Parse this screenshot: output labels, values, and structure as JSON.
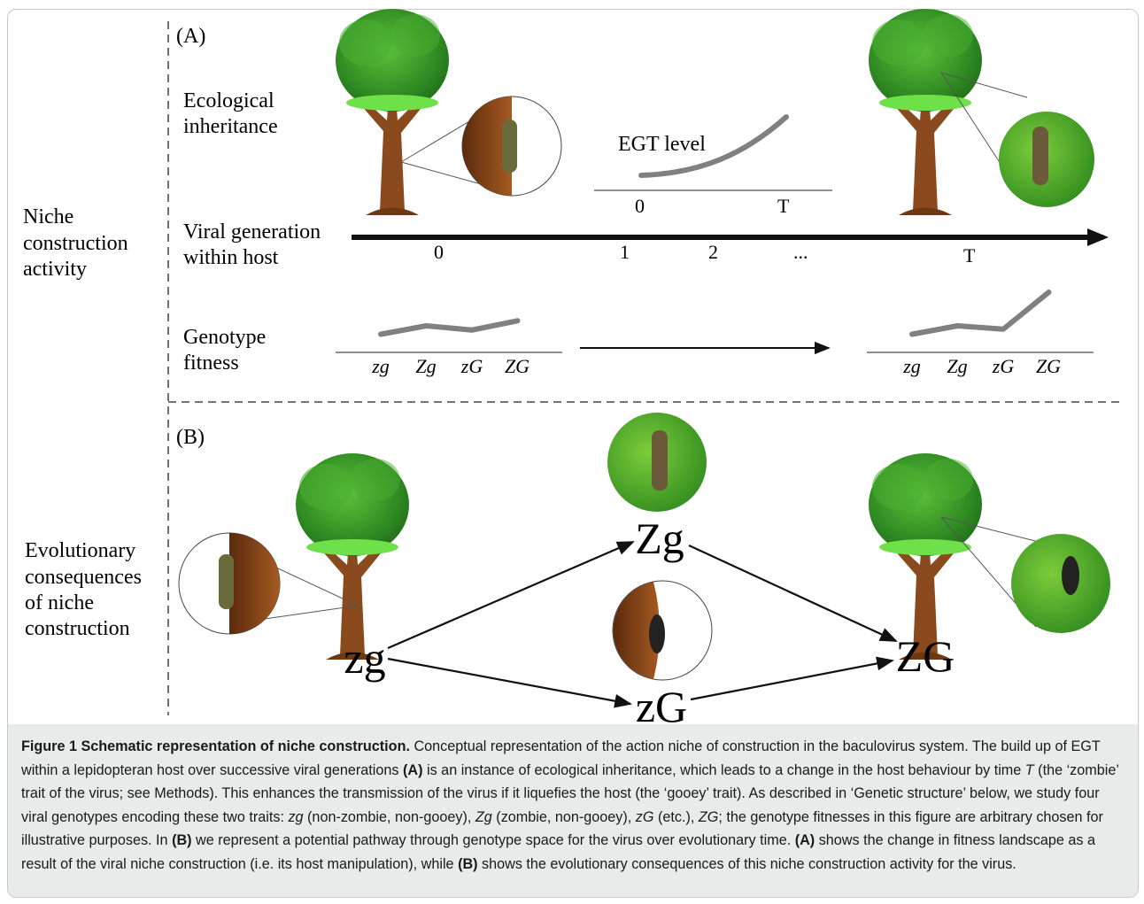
{
  "panel_a": {
    "label": "(A)",
    "row_label": [
      "Niche",
      "construction",
      "activity"
    ],
    "ecological_inheritance": [
      "Ecological",
      "inheritance"
    ],
    "egt": {
      "label": "EGT level",
      "tick_start": "0",
      "tick_end": "T"
    },
    "viral_generation": [
      "Viral generation",
      "within host"
    ],
    "generation_ticks": [
      "0",
      "1",
      "2",
      "...",
      "T"
    ],
    "genotype_fitness": [
      "Genotype",
      "fitness"
    ],
    "genotypes": [
      "zg",
      "Zg",
      "zG",
      "ZG"
    ],
    "fitness_before": [
      1,
      2,
      1.5,
      2.6
    ],
    "fitness_after": [
      1,
      2,
      1.6,
      6
    ]
  },
  "panel_b": {
    "label": "(B)",
    "row_label": [
      "Evolutionary",
      "consequences",
      "of niche",
      "construction"
    ],
    "nodes": {
      "start": "zg",
      "upper": "Zg",
      "lower": "zG",
      "end": "ZG"
    }
  },
  "caption": {
    "bold_title": "Figure 1 Schematic representation of niche construction.",
    "s1": " Conceptual representation of the action niche of construction in the baculovirus system. The build up of EGT within a lepidopteran host over successive viral generations ",
    "A1": "(A)",
    "s2": " is an instance of ecological inheritance, which leads to a change in the host behaviour by time ",
    "T": "T",
    "s3": " (the ‘zombie’ trait of the virus; see Methods). This enhances the transmission of the virus if it liquefies the host (the ‘gooey’ trait). As described in ‘Genetic structure’ below, we study four viral genotypes encoding these two traits: ",
    "g1": "zg",
    "s4": " (non-zombie, non-gooey), ",
    "g2": "Zg",
    "s5": " (zombie, non-gooey), ",
    "g3": "zG",
    "s6": " (etc.), ",
    "g4": "ZG",
    "s7": "; the genotype fitnesses in this figure are arbitrary chosen for illustrative purposes. In ",
    "B1": "(B)",
    "s8": " we represent a potential pathway through genotype space for the virus over evolutionary time. ",
    "A2": "(A)",
    "s9": " shows the change in fitness landscape as a result of the viral niche construction (i.e. its host manipulation), while ",
    "B2": "(B)",
    "s10": " shows the evolutionary consequences of this niche construction activity for the virus."
  },
  "colors": {
    "curve": "#7f7f7f",
    "foliage": "#3e9a2a",
    "trunk": "#8a4a1e",
    "leaf_zoom": "#4aa82a",
    "bark_zoom": "#7a3f14"
  }
}
